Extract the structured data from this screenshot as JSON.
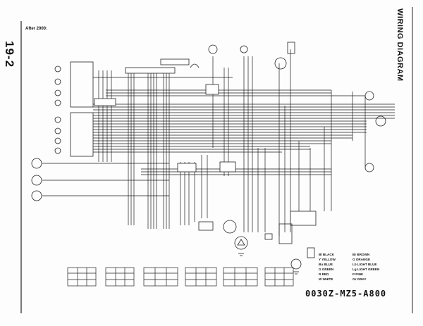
{
  "page_number": "19-2",
  "title": "WIRING DIAGRAM",
  "sub_heading": "After 2000:",
  "part_code": "0030Z-MZ5-A800",
  "color_key": [
    {
      "code": "Bl",
      "name": "BLACK"
    },
    {
      "code": "Br",
      "name": "BROWN"
    },
    {
      "code": "Y",
      "name": "YELLOW"
    },
    {
      "code": "O",
      "name": "ORANGE"
    },
    {
      "code": "Bu",
      "name": "BLUE"
    },
    {
      "code": "Lb",
      "name": "LIGHT BLUE"
    },
    {
      "code": "G",
      "name": "GREEN"
    },
    {
      "code": "Lg",
      "name": "LIGHT GREEN"
    },
    {
      "code": "R",
      "name": "RED"
    },
    {
      "code": "P",
      "name": "PINK"
    },
    {
      "code": "W",
      "name": "WHITE"
    },
    {
      "code": "Gr",
      "name": "GRAY"
    }
  ]
}
